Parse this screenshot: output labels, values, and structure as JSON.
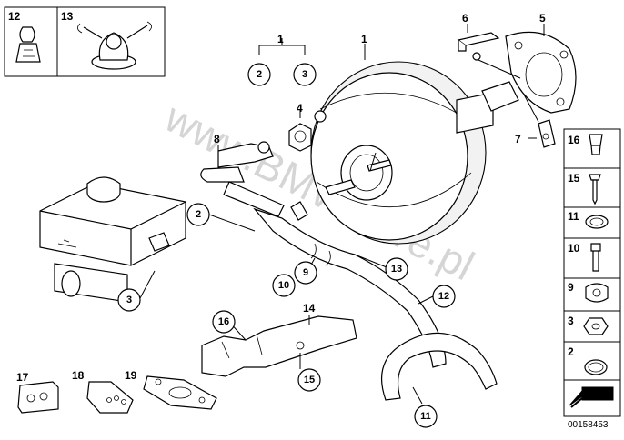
{
  "watermark": "www.BMWstore.pl",
  "drawing_code": "00158453",
  "callouts": {
    "c1_top": "1",
    "c1_group": "1",
    "c2_group": "2",
    "c3_group": "3",
    "c2_left": "2",
    "c3_left": "3",
    "c4": "4",
    "c5": "5",
    "c6": "6",
    "c7": "7",
    "c8": "8",
    "c9": "9",
    "c10": "10",
    "c11": "11",
    "c12": "12",
    "c13": "13",
    "c14": "14",
    "c15": "15",
    "c16": "16",
    "c17": "17",
    "c18": "18",
    "c19": "19"
  },
  "topleft_boxes": [
    "12",
    "13"
  ],
  "legend": [
    "16",
    "15",
    "11",
    "10",
    "9",
    "3",
    "2"
  ],
  "icons": {
    "brake_booster": "brake-booster",
    "master_cylinder": "master-cylinder-reservoir",
    "vacuum_hose": "vacuum-hose",
    "check_valve": "check-valve",
    "gasket": "gasket",
    "arrow": "direction-arrow"
  }
}
